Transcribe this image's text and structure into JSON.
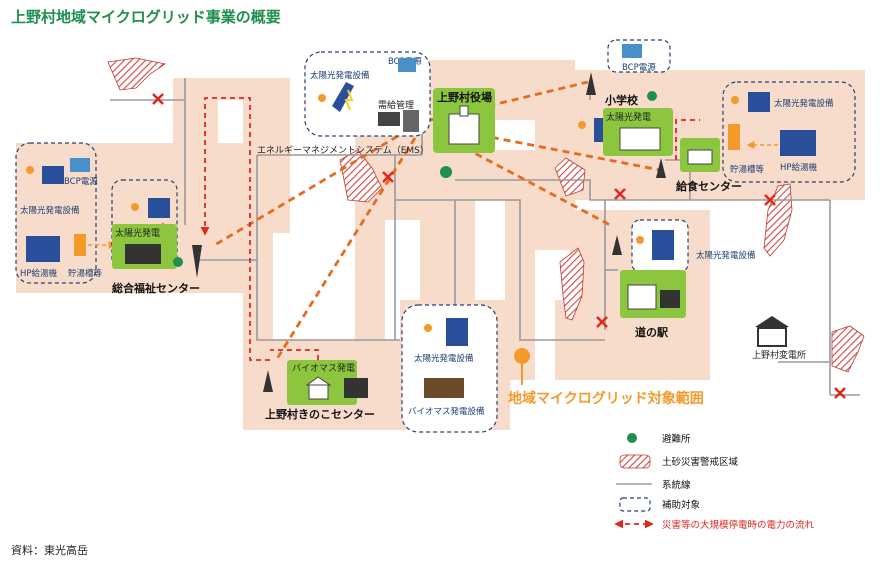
{
  "title": "上野村地域マイクログリッド事業の概要",
  "source": "資料：東光高岳",
  "area_label": "地域マイクログリッド対象範囲",
  "nodes": {
    "welfare_center": "総合福祉センター",
    "welfare_bcp": "BCP電源",
    "welfare_solar_equipment": "太陽光発電設備",
    "welfare_solar": "太陽光発電",
    "welfare_hp": "HP給湯機",
    "welfare_tank": "貯湯槽等",
    "ems": "エネルギーマネジメントシステム（EMS）",
    "ems_solar": "太陽光発電設備",
    "ems_bcp": "BCP電源",
    "ems_supply": "需給管理",
    "village_office": "上野村役場",
    "school": "小学校",
    "school_bcp": "BCP電源",
    "school_solar": "太陽光発電",
    "lunch_center": "給食センター",
    "lunch_solar": "太陽光発電設備",
    "lunch_tank": "貯湯槽等",
    "lunch_hp": "HP給湯機",
    "roadside_station": "道の駅",
    "roadside_solar": "太陽光発電設備",
    "substation": "上野村変電所",
    "mushroom_center": "上野村きのこセンター",
    "mushroom_biomass": "バイオマス発電",
    "biomass_solar": "太陽光発電設備",
    "biomass_equipment": "バイオマス発電設備"
  },
  "legend": [
    {
      "label": "避難所",
      "symbol": "evacuation-icon"
    },
    {
      "label": "土砂災害警戒区域",
      "symbol": "hatched-zone"
    },
    {
      "label": "系統線",
      "symbol": "gray-line"
    },
    {
      "label": "補助対象",
      "symbol": "dashed-box"
    },
    {
      "label": "災害等の大規模停電時の電力の流れ",
      "symbol": "red-dashed-arrow"
    }
  ],
  "colors": {
    "area": "#f8dccb",
    "green_box": "#8cc63f",
    "grid_line": "#9a9a9a",
    "outage_flow": "#e0271e",
    "comm_line": "#e36c1e",
    "title": "#1e8f4e",
    "area_label": "#f39a2a",
    "dashed_border": "#2b3f6e"
  }
}
